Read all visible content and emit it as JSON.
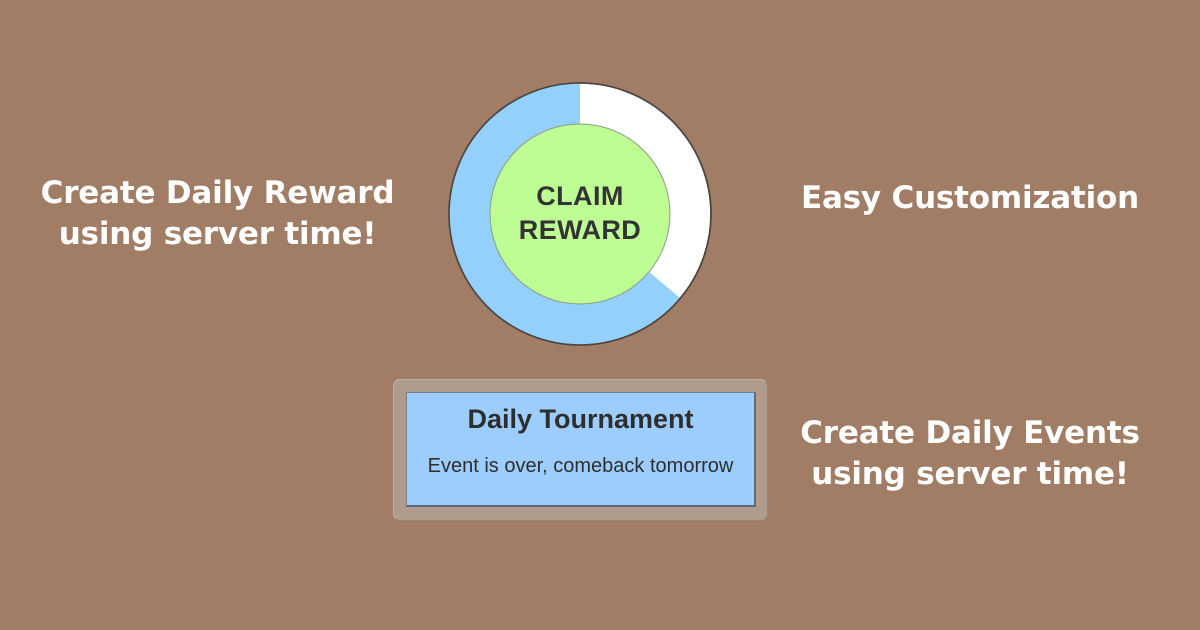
{
  "background": {
    "color": "#a07d64"
  },
  "captions": {
    "daily_reward": "Create Daily Reward\nusing server time!",
    "easy_customization": "Easy Customization",
    "daily_events": "Create Daily Events\nusing server time!",
    "color": "#ffffff"
  },
  "claim_reward_widget": {
    "button_line1": "CLAIM",
    "button_line2": "REWARD",
    "button_color": "#bdfd93",
    "progress_color": "#93d1fc",
    "track_color": "#ffffff",
    "outline_color": "#4d4540",
    "progress_percent": 64,
    "progress_sweep_degrees": 230,
    "remaining_sweep_degrees": 130,
    "text_color": "#333333"
  },
  "daily_tournament_panel": {
    "title": "Daily Tournament",
    "status": "Event is over, comeback tomorrow",
    "frame_color": "#b09c8e",
    "body_color": "#9ccdfd",
    "text_color": "#2e2e2e"
  }
}
